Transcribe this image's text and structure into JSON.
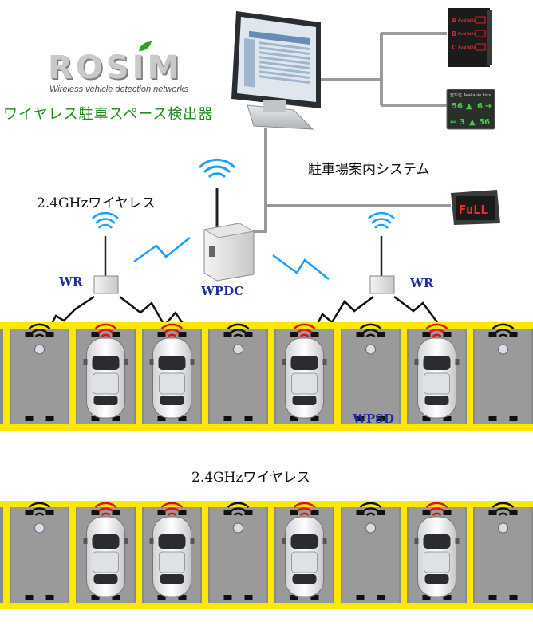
{
  "brand": {
    "logo_text": "ROSIM",
    "logo_subtitle": "Wireless vehicle detection networks"
  },
  "title": "ワイヤレス駐車スペース検出器",
  "labels": {
    "guidance_system": "駐車場案内システム",
    "wireless_top": "2.4GHzワイヤレス",
    "wireless_mid": "2.4GHzワイヤレス",
    "wr_left": "WR",
    "wr_right": "WR",
    "wpdc": "WPDC",
    "wpsd": "WPSD"
  },
  "displays": {
    "abc_sign": {
      "rows": [
        {
          "letter": "A",
          "text": "Available"
        },
        {
          "letter": "B",
          "text": "Available"
        },
        {
          "letter": "C",
          "text": "Available"
        }
      ]
    },
    "lots_sign": {
      "header": "空车位 Available Lots",
      "row1_left": "56",
      "row1_right": "6",
      "row2_left": "3",
      "row2_right": "56"
    },
    "full_sign": {
      "text": "FuLL"
    }
  },
  "parking_rows": {
    "top": [
      "empty",
      "car",
      "car",
      "empty",
      "car",
      "empty",
      "car",
      "empty"
    ],
    "bottom": [
      "empty",
      "car",
      "car",
      "empty",
      "car",
      "empty",
      "car",
      "empty"
    ]
  },
  "colors": {
    "title_green": "#1e8a1e",
    "label_blue": "#1f2f9a",
    "lot_yellow": "#ffe800",
    "asphalt": "#8a8a8a",
    "led_red": "#e01010",
    "signal_blue": "#1aa0ff"
  }
}
